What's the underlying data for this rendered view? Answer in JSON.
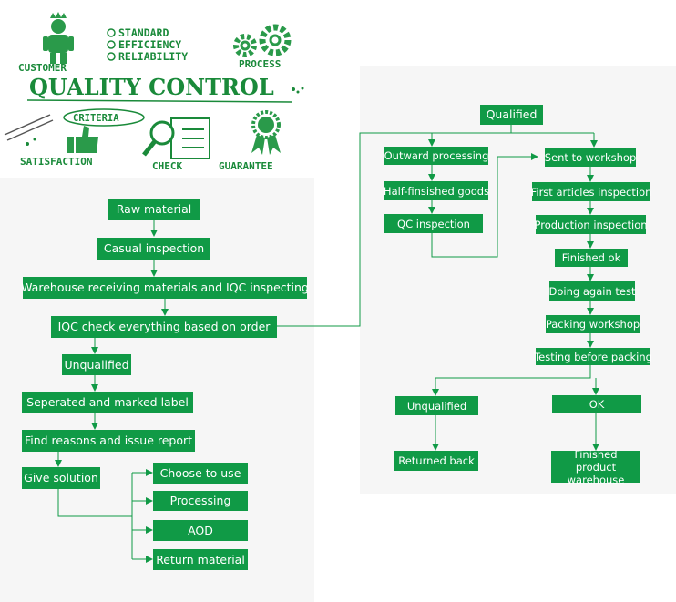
{
  "header": {
    "customer": "CUSTOMER",
    "standard": "STANDARD",
    "efficiency": "EFFICIENCY",
    "reliability": "RELIABILITY",
    "process": "PROCESS",
    "title": "QUALITY CONTROL",
    "criteria": "CRITERIA",
    "satisfaction": "SATISFACTION",
    "check": "CHECK",
    "guarantee": "GUARANTEE"
  },
  "left_flow": {
    "raw_material": "Raw material",
    "casual_inspection": "Casual inspection",
    "warehouse": "Warehouse receiving materials and IQC inspecting",
    "iqc_check": "IQC check everything based on order",
    "unqualified": "Unqualified",
    "separated": "Seperated and marked label",
    "find_reasons": "Find reasons and issue report",
    "give_solution": "Give solution",
    "choose_to_use": "Choose to use",
    "processing": "Processing",
    "aod": "AOD",
    "return_material": "Return material"
  },
  "right_flow": {
    "qualified": "Qualified",
    "outward_processing": "Outward processing",
    "half_finished": "Half-finsished goods",
    "qc_inspection": "QC inspection",
    "sent_to_workshop": "Sent to workshop",
    "first_articles": "First articles inspection",
    "production_inspection": "Production inspection",
    "finished_ok": "Finished ok",
    "doing_again": "Doing again test",
    "packing_workshop": "Packing workshop",
    "testing_before_packing": "Testing before packing",
    "unqualified": "Unqualified",
    "ok": "OK",
    "returned_back": "Returned back",
    "finished_warehouse": "Finished product warehouse"
  },
  "colors": {
    "node_fill": "#109a46",
    "node_text": "#ffffff",
    "wire": "#109a46",
    "panel": "#f6f6f6"
  }
}
